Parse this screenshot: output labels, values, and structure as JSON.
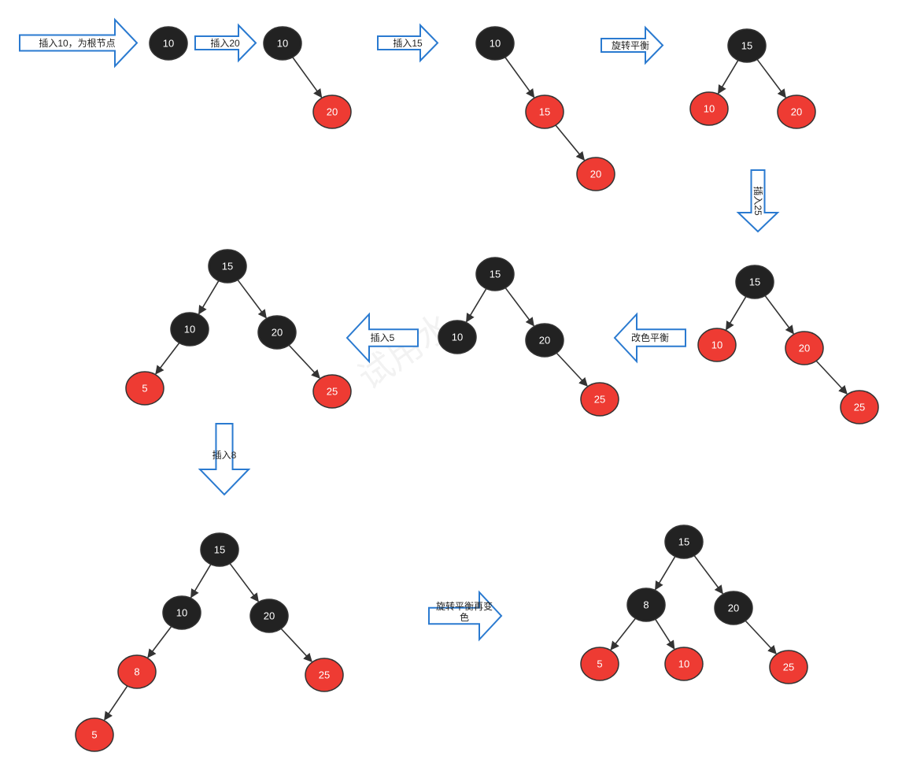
{
  "colors": {
    "black_node": "#222222",
    "red_node": "#ee3b33",
    "arrow_stroke": "#2a7ad0",
    "edge": "#333333"
  },
  "watermark": "试用水",
  "arrows": [
    {
      "id": "arrow-insert-10",
      "label": "插入10，为根节点"
    },
    {
      "id": "arrow-insert-20",
      "label": "插入20"
    },
    {
      "id": "arrow-insert-15",
      "label": "插入15"
    },
    {
      "id": "arrow-rotate-balance",
      "label": "旋转平衡"
    },
    {
      "id": "arrow-insert-25",
      "label": "插入25"
    },
    {
      "id": "arrow-recolor-balance",
      "label": "改色平衡"
    },
    {
      "id": "arrow-insert-5",
      "label": "插入5"
    },
    {
      "id": "arrow-insert-8",
      "label": "插入8"
    },
    {
      "id": "arrow-rotate-recolor",
      "label": [
        "旋转平衡再变",
        "色"
      ]
    }
  ],
  "trees": [
    {
      "id": "tree-1",
      "nodes": [
        {
          "key": "10",
          "color": "black"
        }
      ],
      "edges": []
    },
    {
      "id": "tree-2",
      "nodes": [
        {
          "key": "10",
          "color": "black"
        },
        {
          "key": "20",
          "color": "red"
        }
      ],
      "edges": [
        [
          0,
          1
        ]
      ]
    },
    {
      "id": "tree-3",
      "nodes": [
        {
          "key": "10",
          "color": "black"
        },
        {
          "key": "15",
          "color": "red"
        },
        {
          "key": "20",
          "color": "red"
        }
      ],
      "edges": [
        [
          0,
          1
        ],
        [
          1,
          2
        ]
      ]
    },
    {
      "id": "tree-4",
      "nodes": [
        {
          "key": "15",
          "color": "black"
        },
        {
          "key": "10",
          "color": "red"
        },
        {
          "key": "20",
          "color": "red"
        }
      ],
      "edges": [
        [
          0,
          1
        ],
        [
          0,
          2
        ]
      ]
    },
    {
      "id": "tree-5",
      "nodes": [
        {
          "key": "15",
          "color": "black"
        },
        {
          "key": "10",
          "color": "red"
        },
        {
          "key": "20",
          "color": "red"
        },
        {
          "key": "25",
          "color": "red"
        }
      ],
      "edges": [
        [
          0,
          1
        ],
        [
          0,
          2
        ],
        [
          2,
          3
        ]
      ]
    },
    {
      "id": "tree-6",
      "nodes": [
        {
          "key": "15",
          "color": "black"
        },
        {
          "key": "10",
          "color": "black"
        },
        {
          "key": "20",
          "color": "black"
        },
        {
          "key": "25",
          "color": "red"
        }
      ],
      "edges": [
        [
          0,
          1
        ],
        [
          0,
          2
        ],
        [
          2,
          3
        ]
      ]
    },
    {
      "id": "tree-7",
      "nodes": [
        {
          "key": "15",
          "color": "black"
        },
        {
          "key": "10",
          "color": "black"
        },
        {
          "key": "20",
          "color": "black"
        },
        {
          "key": "5",
          "color": "red"
        },
        {
          "key": "25",
          "color": "red"
        }
      ],
      "edges": [
        [
          0,
          1
        ],
        [
          0,
          2
        ],
        [
          1,
          3
        ],
        [
          2,
          4
        ]
      ]
    },
    {
      "id": "tree-8",
      "nodes": [
        {
          "key": "15",
          "color": "black"
        },
        {
          "key": "10",
          "color": "black"
        },
        {
          "key": "20",
          "color": "black"
        },
        {
          "key": "8",
          "color": "red"
        },
        {
          "key": "25",
          "color": "red"
        },
        {
          "key": "5",
          "color": "red"
        }
      ],
      "edges": [
        [
          0,
          1
        ],
        [
          0,
          2
        ],
        [
          1,
          3
        ],
        [
          2,
          4
        ],
        [
          3,
          5
        ]
      ]
    },
    {
      "id": "tree-9",
      "nodes": [
        {
          "key": "15",
          "color": "black"
        },
        {
          "key": "8",
          "color": "black"
        },
        {
          "key": "20",
          "color": "black"
        },
        {
          "key": "5",
          "color": "red"
        },
        {
          "key": "10",
          "color": "red"
        },
        {
          "key": "25",
          "color": "red"
        }
      ],
      "edges": [
        [
          0,
          1
        ],
        [
          0,
          2
        ],
        [
          1,
          3
        ],
        [
          1,
          4
        ],
        [
          2,
          5
        ]
      ]
    }
  ]
}
